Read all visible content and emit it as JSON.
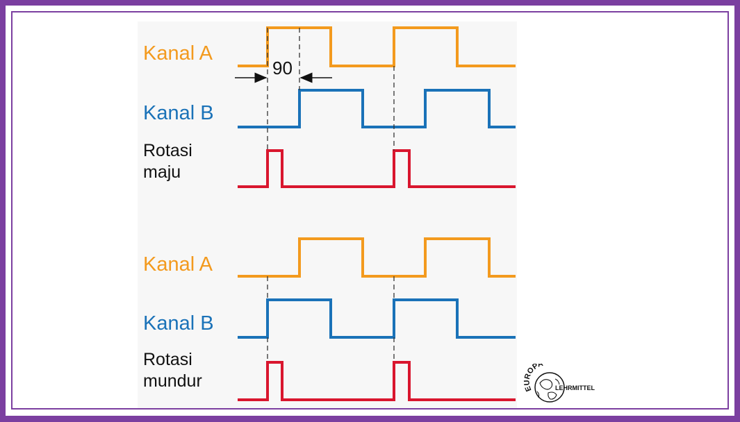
{
  "colors": {
    "frame": "#7b3fa0",
    "kanal_a": "#f39a1e",
    "kanal_b": "#1a72b8",
    "pulse": "#d9162e"
  },
  "top_group": {
    "kanal_a_label": "Kanal A",
    "kanal_b_label": "Kanal B",
    "rotation_label_line1": "Rotasi",
    "rotation_label_line2": "maju",
    "phase_shift_label": "90"
  },
  "bottom_group": {
    "kanal_a_label": "Kanal A",
    "kanal_b_label": "Kanal B",
    "rotation_label_line1": "Rotasi",
    "rotation_label_line2": "mundur"
  },
  "logo": {
    "text_top": "EUROPA",
    "text_bottom": "LEHRMITTEL",
    "icon": "globe-icon"
  }
}
